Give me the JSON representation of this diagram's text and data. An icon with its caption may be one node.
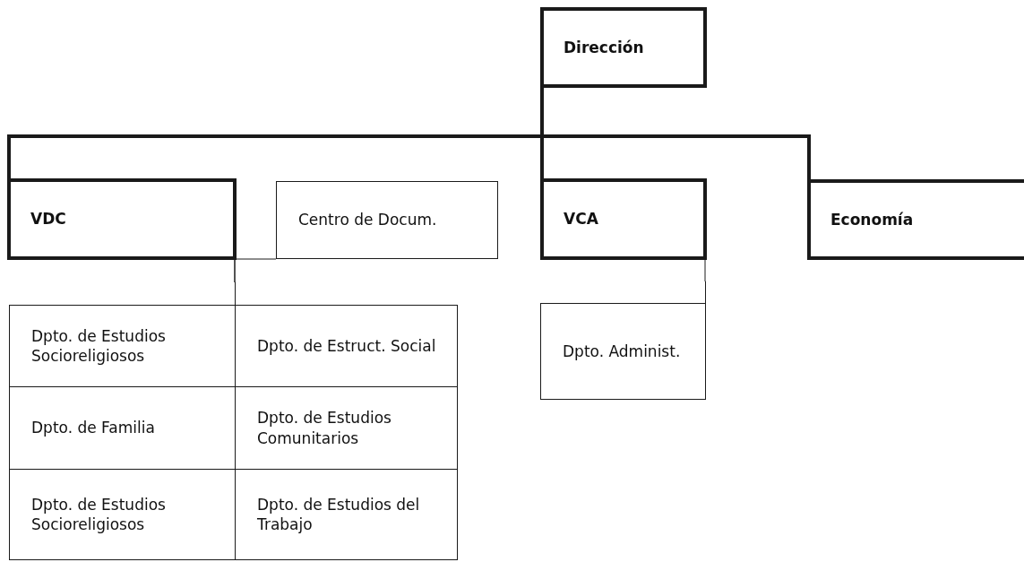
{
  "diagram": {
    "nodes": [
      {
        "text": [
          "Dirección"
        ]
      },
      {
        "text": [
          "VDC"
        ]
      },
      {
        "text": [
          "Centro de Docum."
        ]
      },
      {
        "text": [
          "VCA"
        ]
      },
      {
        "text": [
          "Economía"
        ]
      },
      {
        "text": [
          "Dpto. de Estudios Socioreligiosos"
        ]
      },
      {
        "text": [
          "Dpto. de Estruct. Social"
        ]
      },
      {
        "text": [
          "Dpto. de Familia"
        ]
      },
      {
        "text": [
          "Dpto. de Estudios Comunitarios"
        ]
      },
      {
        "text": [
          "Dpto. de Estudios Socioreligiosos"
        ]
      },
      {
        "text": [
          "Dpto. de Estudios del Trabajo"
        ]
      },
      {
        "text": [
          "Dpto. Administ."
        ]
      }
    ],
    "edges": [
      {
        "from": 0,
        "to": 1,
        "arrow": "none",
        "style": "thick"
      },
      {
        "from": 0,
        "to": 3,
        "arrow": "none",
        "style": "thick"
      },
      {
        "from": 0,
        "to": 4,
        "arrow": "none",
        "style": "thick"
      },
      {
        "from": 1,
        "to": 2,
        "arrow": "none"
      },
      {
        "from": 1,
        "to": 5,
        "arrow": "none"
      },
      {
        "from": 1,
        "to": 6,
        "arrow": "none"
      },
      {
        "from": 3,
        "to": 11,
        "arrow": "none"
      }
    ]
  }
}
